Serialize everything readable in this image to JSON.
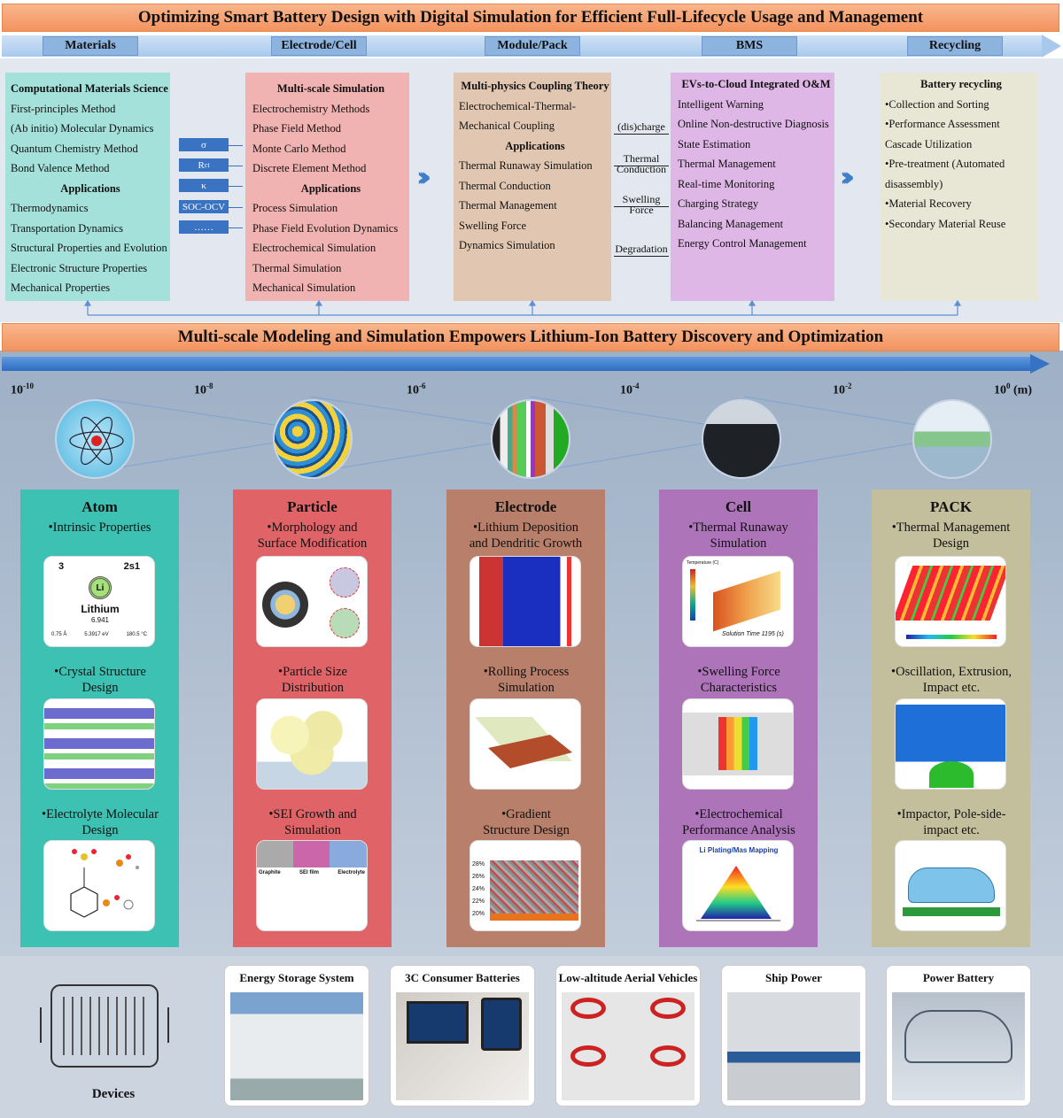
{
  "title_top": "Optimizing Smart Battery Design with Digital Simulation for Efficient Full-Lifecycle Usage and Management",
  "stages": [
    "Materials",
    "Electrode/Cell",
    "Module/Pack",
    "BMS",
    "Recycling"
  ],
  "materials": {
    "header": "Computational Materials Science",
    "methods": [
      "First-principles Method",
      "(Ab initio) Molecular Dynamics",
      "Quantum Chemistry Method",
      "Bond Valence Method"
    ],
    "app_header": "Applications",
    "apps": [
      "Thermodynamics",
      "Transportation Dynamics",
      "Structural Properties and Evolution",
      "Electronic Structure Properties",
      "Mechanical Properties"
    ]
  },
  "params": [
    "σ",
    "Rct",
    "κ",
    "SOC-OCV",
    "……"
  ],
  "electrode": {
    "header": "Multi-scale Simulation",
    "methods": [
      "Electrochemistry Methods",
      "Phase Field Method",
      "Monte Carlo Method",
      "Discrete Element Method"
    ],
    "app_header": "Applications",
    "apps": [
      "Process Simulation",
      "Phase Field Evolution Dynamics",
      "Electrochemical Simulation",
      "Thermal Simulation",
      "Mechanical Simulation"
    ]
  },
  "module": {
    "header": "Multi-physics Coupling Theory",
    "coupling": [
      "Electrochemical-Thermal-",
      "Mechanical Coupling"
    ],
    "app_header": "Applications",
    "apps": [
      "Thermal Runaway Simulation",
      "Thermal Conduction",
      "Thermal Management",
      "Swelling Force",
      "Dynamics Simulation"
    ]
  },
  "links": [
    "(dis)charge",
    "Thermal Conduction",
    "Swelling Force",
    "Degradation"
  ],
  "bms": {
    "header": "EVs-to-Cloud Integrated O&M",
    "items": [
      "Intelligent Warning",
      "Online Non-destructive Diagnosis",
      "State Estimation",
      "Thermal Management",
      "Real-time Monitoring",
      "Charging Strategy",
      "Balancing Management",
      "Energy Control Management"
    ]
  },
  "recycling": {
    "header": "Battery recycling",
    "items": [
      "Collection and Sorting",
      "Performance Assessment",
      "Cascade Utilization",
      "Pre-treatment (Automated",
      "disassembly)",
      "Material Recovery",
      "Secondary Material Reuse"
    ]
  },
  "title_mid": "Multi-scale Modeling and Simulation Empowers Lithium-Ion Battery Discovery and Optimization",
  "scale_labels": [
    "10-10",
    "10-8",
    "10-6",
    "10-4",
    "10-2",
    "100 (m)"
  ],
  "columns": [
    {
      "title": "Atom",
      "items": [
        "•Intrinsic Properties",
        "•Crystal Structure Design",
        "•Electrolyte Molecular Design"
      ]
    },
    {
      "title": "Particle",
      "items": [
        "•Morphology and Surface Modification",
        "•Particle Size Distribution",
        "•SEI Growth and Simulation"
      ]
    },
    {
      "title": "Electrode",
      "items": [
        "•Lithium Deposition and Dendritic Growth",
        "•Rolling Process Simulation",
        "•Gradient Structure Design"
      ]
    },
    {
      "title": "Cell",
      "items": [
        "•Thermal Runaway Simulation",
        "•Swelling Force Characteristics",
        "•Electrochemical Performance Analysis"
      ]
    },
    {
      "title": "PACK",
      "items": [
        "•Thermal Management Design",
        "•Oscillation, Extrusion, Impact etc.",
        "•Impactor, Pole-side-impact etc."
      ]
    }
  ],
  "element_card": {
    "number": "3",
    "config": "2s1",
    "symbol": "Li",
    "name": "Lithium",
    "mass": "6.941",
    "foot": [
      "0.75 Å",
      "5.3917 eV",
      "180.5 °C"
    ]
  },
  "cell_card_text": {
    "legend": "Temperature (C)",
    "time": "Solution Time 1195 (s)"
  },
  "li_plating": "Li Plating/Mas Mapping",
  "gradient_ticks": [
    "28%",
    "26%",
    "24%",
    "22%",
    "20%"
  ],
  "sei_labels": [
    "Graphite",
    "SEI film",
    "Electrolyte"
  ],
  "devices_label": "Devices",
  "devices": [
    "Energy Storage System",
    "3C Consumer Batteries",
    "Low-altitude  Aerial Vehicles",
    "Ship Power",
    "Power Battery"
  ],
  "colors": {
    "materials": "#a4e1da",
    "electrode": "#f1b3b1",
    "module": "#e1c7b1",
    "bms": "#deb7e6",
    "recycling": "#e8e7d6",
    "atom": "#3cc1b2",
    "particle": "#e06467",
    "electrode_col": "#b87f6a",
    "cell": "#ae74ba",
    "pack": "#c3bf9c"
  }
}
